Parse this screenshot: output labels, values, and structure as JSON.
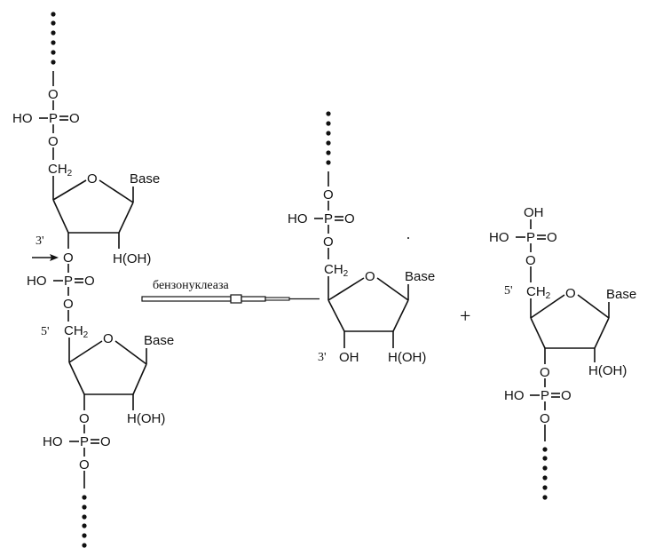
{
  "reaction": {
    "enzyme_label": "бензонуклеаза",
    "plus_sign": "+"
  },
  "substrate": {
    "top_phosphate": {
      "ho": "HO",
      "p": "P",
      "o_double": "O",
      "o_top": "O",
      "o_bottom": "O"
    },
    "sugar1": {
      "ch2": "CH",
      "ch2_sub": "2",
      "ring_o": "O",
      "base": "Base",
      "h_oh": "H(OH)",
      "prime3": "3'",
      "o3": "O"
    },
    "link_phosphate": {
      "ho": "HO",
      "p": "P",
      "o_double": "O",
      "o_bottom": "O"
    },
    "sugar2": {
      "prime5": "5'",
      "ch2": "CH",
      "ch2_sub": "2",
      "ring_o": "O",
      "base": "Base",
      "h_oh": "H(OH)",
      "o3": "O"
    },
    "bottom_phosphate": {
      "ho": "HO",
      "p": "P",
      "o_double": "O",
      "o_bottom": "O"
    }
  },
  "product1": {
    "phosphate": {
      "ho": "HO",
      "p": "P",
      "o_double": "O",
      "o_top": "O",
      "o_bottom": "O"
    },
    "sugar": {
      "ch2": "CH",
      "ch2_sub": "2",
      "ring_o": "O",
      "base": "Base",
      "h_oh": "H(OH)",
      "prime3": "3'",
      "oh3": "OH"
    }
  },
  "product2": {
    "phosphate5": {
      "oh": "OH",
      "ho": "HO",
      "p": "P",
      "o_double": "O",
      "o_bottom": "O"
    },
    "sugar": {
      "prime5": "5'",
      "ch2": "CH",
      "ch2_sub": "2",
      "ring_o": "O",
      "base": "Base",
      "h_oh": "H(OH)",
      "o3": "O"
    },
    "phosphate3": {
      "ho": "HO",
      "p": "P",
      "o_double": "O",
      "o_bottom": "O"
    }
  },
  "colors": {
    "ink": "#111111",
    "background": "#ffffff"
  }
}
